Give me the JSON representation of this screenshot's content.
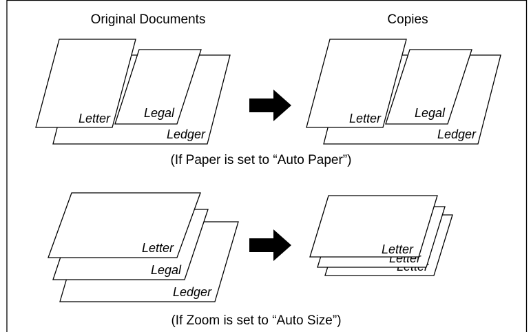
{
  "headers": {
    "left": "Original Documents",
    "right": "Copies"
  },
  "top_section": {
    "caption": "(If Paper is set to “Auto Paper”)",
    "original": {
      "letter": "Letter",
      "legal": "Legal",
      "ledger": "Ledger"
    },
    "copies": {
      "letter": "Letter",
      "legal": "Legal",
      "ledger": "Ledger"
    }
  },
  "bottom_section": {
    "caption": "(If Zoom is set to “Auto Size”)",
    "original": {
      "letter": "Letter",
      "legal": "Legal",
      "ledger": "Ledger"
    },
    "copies": {
      "letter": "Letter",
      "legal": "Letter",
      "ledger": "Letter"
    }
  },
  "icons": {
    "arrow": "right-arrow-icon"
  },
  "colors": {
    "ink": "#000000",
    "paper": "#ffffff"
  }
}
